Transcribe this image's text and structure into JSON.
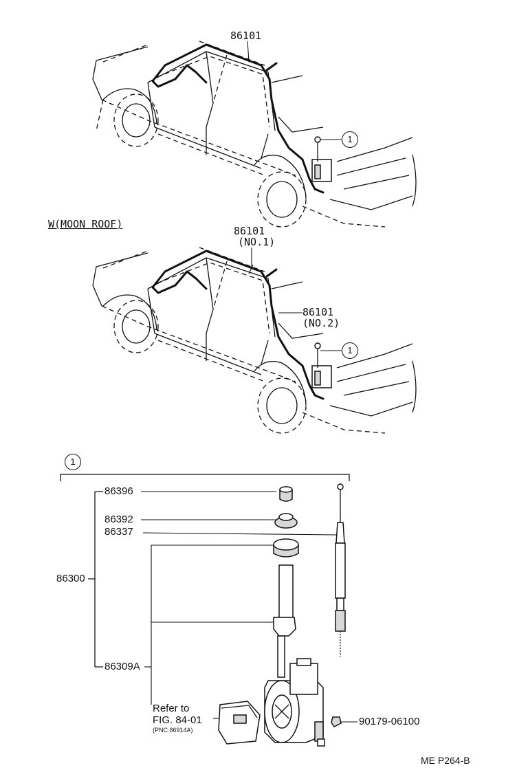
{
  "labels": {
    "top_cable": "86101",
    "section_heading": "W(MOON ROOF)",
    "cable_no1_part": "86101",
    "cable_no1_sub": "(NO.1)",
    "cable_no2_part": "86101",
    "cable_no2_sub": "(NO.2)",
    "callout_number": "1",
    "cap": "86396",
    "pad": "86392",
    "mast": "86337",
    "antenna_assy": "86300",
    "motor_assy": "86309A",
    "screw": "90179-06100",
    "refer_line1": "Refer to",
    "refer_line2": "FIG. 84-01",
    "refer_line3": "(PNC 86914A)",
    "figure_code": "ME P264-B"
  }
}
